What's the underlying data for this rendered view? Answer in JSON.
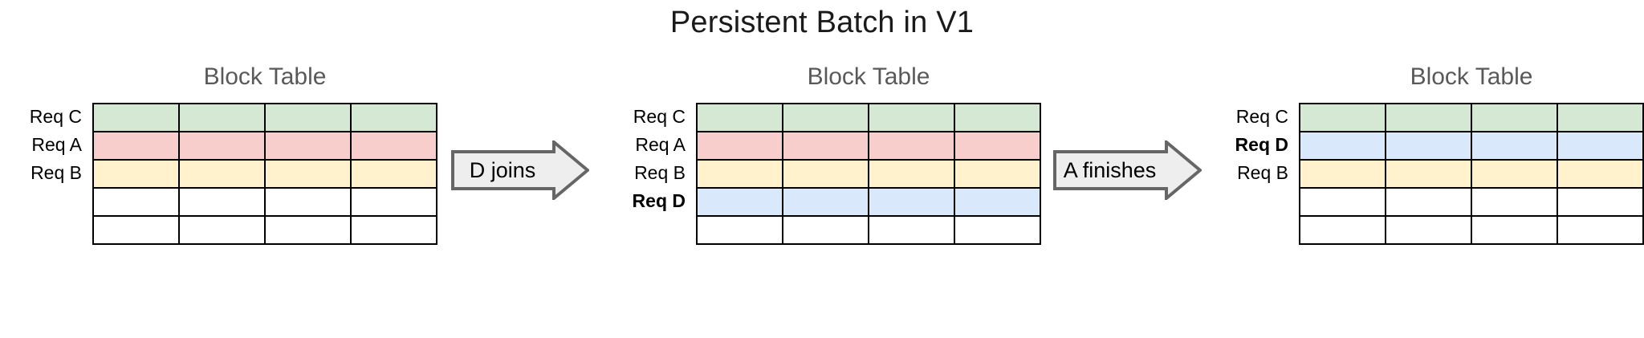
{
  "title": "Persistent Batch in V1",
  "colors": {
    "green": "#d5e8d4",
    "red": "#f8cecc",
    "yellow": "#fff2cc",
    "blue": "#dae8fc",
    "empty": "#ffffff",
    "border": "#000000",
    "arrow_fill": "#eeeeee",
    "arrow_stroke": "#666666",
    "title_color": "#595959"
  },
  "stages": [
    {
      "id": "stage-1",
      "table_title": "Block Table",
      "columns": 4,
      "rows": [
        {
          "label": "Req C",
          "color": "green",
          "bold": false,
          "filled": true
        },
        {
          "label": "Req A",
          "color": "red",
          "bold": false,
          "filled": true
        },
        {
          "label": "Req B",
          "color": "yellow",
          "bold": false,
          "filled": true
        },
        {
          "label": "",
          "color": "empty",
          "bold": false,
          "filled": false
        },
        {
          "label": "",
          "color": "empty",
          "bold": false,
          "filled": false
        }
      ]
    },
    {
      "id": "stage-2",
      "table_title": "Block Table",
      "columns": 4,
      "rows": [
        {
          "label": "Req C",
          "color": "green",
          "bold": false,
          "filled": true
        },
        {
          "label": "Req A",
          "color": "red",
          "bold": false,
          "filled": true
        },
        {
          "label": "Req B",
          "color": "yellow",
          "bold": false,
          "filled": true
        },
        {
          "label": "Req D",
          "color": "blue",
          "bold": true,
          "filled": true
        },
        {
          "label": "",
          "color": "empty",
          "bold": false,
          "filled": false
        }
      ]
    },
    {
      "id": "stage-3",
      "table_title": "Block Table",
      "columns": 4,
      "rows": [
        {
          "label": "Req C",
          "color": "green",
          "bold": false,
          "filled": true
        },
        {
          "label": "Req D",
          "color": "blue",
          "bold": true,
          "filled": true
        },
        {
          "label": "Req B",
          "color": "yellow",
          "bold": false,
          "filled": true
        },
        {
          "label": "",
          "color": "empty",
          "bold": false,
          "filled": false
        },
        {
          "label": "",
          "color": "empty",
          "bold": false,
          "filled": false
        }
      ]
    }
  ],
  "arrows": [
    {
      "id": "arrow-d-joins",
      "label": "D joins"
    },
    {
      "id": "arrow-a-finishes",
      "label": "A finishes"
    }
  ]
}
